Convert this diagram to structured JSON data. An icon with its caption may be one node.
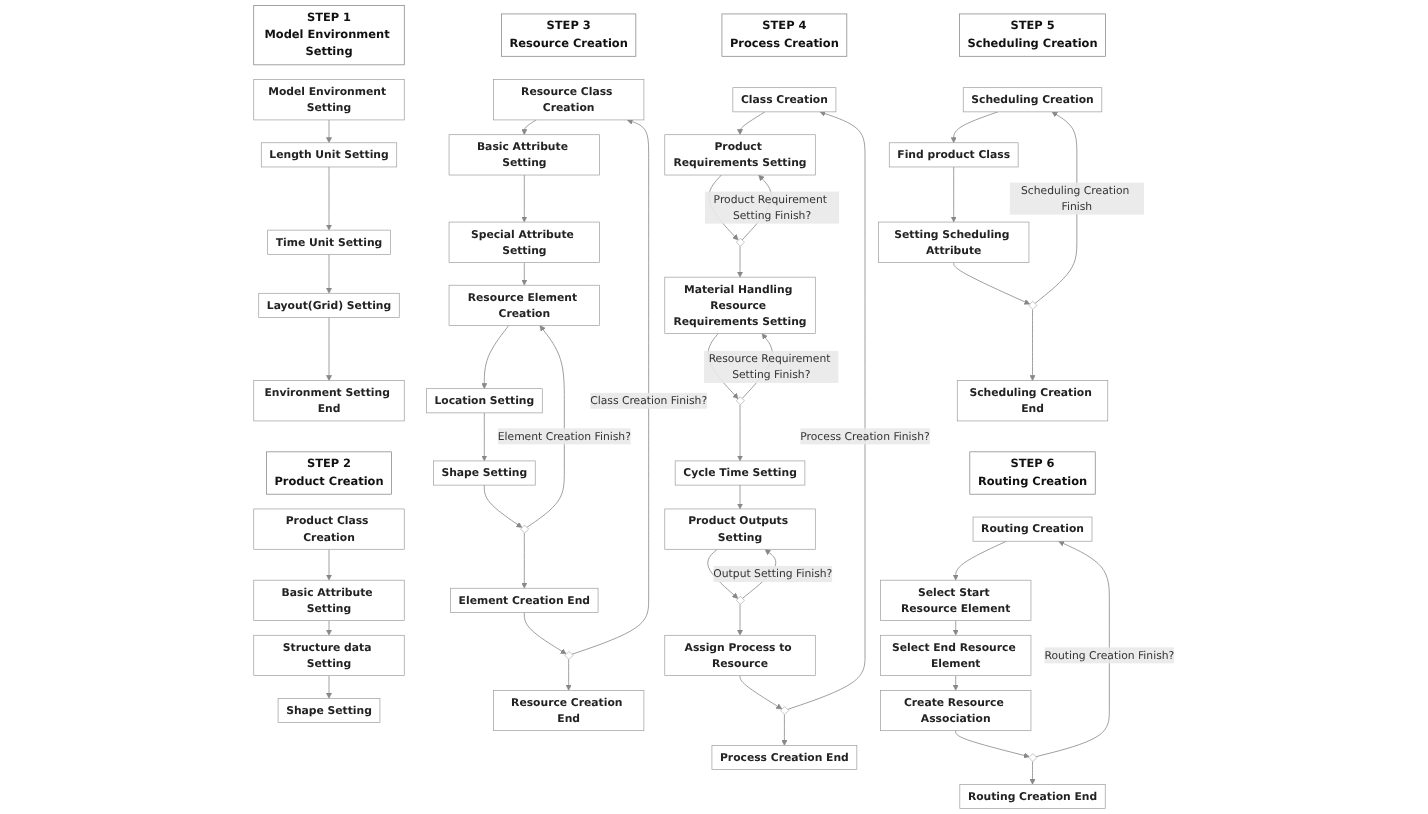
{
  "diagram": {
    "nodes": [
      {
        "text": [
          "STEP 1",
          "Model Environment Setting"
        ]
      },
      {
        "text": [
          "Model Environment Setting"
        ]
      },
      {
        "text": [
          "Length Unit Setting"
        ]
      },
      {
        "text": [
          "Time Unit Setting"
        ]
      },
      {
        "text": [
          "Layout(Grid) Setting"
        ]
      },
      {
        "text": [
          "Environment Setting End"
        ]
      },
      {
        "text": [
          "STEP 2",
          "Product Creation"
        ]
      },
      {
        "text": [
          "Product Class Creation"
        ]
      },
      {
        "text": [
          "Basic Attribute Setting"
        ]
      },
      {
        "text": [
          "Structure data Setting"
        ]
      },
      {
        "text": [
          "Shape Setting"
        ]
      },
      {
        "text": [
          "STEP 3",
          "Resource Creation"
        ]
      },
      {
        "text": [
          "Resource Class Creation"
        ]
      },
      {
        "text": [
          "Basic Attribute Setting"
        ]
      },
      {
        "text": [
          "Special Attribute Setting"
        ]
      },
      {
        "text": [
          "Resource Element Creation"
        ]
      },
      {
        "text": [
          "Location Setting"
        ]
      },
      {
        "text": [
          "Shape Setting"
        ]
      },
      {
        "text": [],
        "shape": "diamond"
      },
      {
        "text": [
          "Element Creation End"
        ]
      },
      {
        "text": [],
        "shape": "diamond"
      },
      {
        "text": [
          "Resource Creation End"
        ]
      },
      {
        "text": [
          "STEP 4",
          "Process Creation"
        ]
      },
      {
        "text": [
          "Class Creation"
        ]
      },
      {
        "text": [
          "Product Requirements Setting"
        ]
      },
      {
        "text": [],
        "shape": "diamond"
      },
      {
        "text": [
          "Material Handling Resource Requirements Setting"
        ]
      },
      {
        "text": [],
        "shape": "diamond"
      },
      {
        "text": [
          "Cycle Time Setting"
        ]
      },
      {
        "text": [
          "Product Outputs Setting"
        ]
      },
      {
        "text": [],
        "shape": "diamond"
      },
      {
        "text": [
          "Assign Process to Resource"
        ]
      },
      {
        "text": [],
        "shape": "diamond"
      },
      {
        "text": [
          "Process Creation End"
        ]
      },
      {
        "text": [
          "STEP 5",
          "Scheduling Creation"
        ]
      },
      {
        "text": [
          "Scheduling Creation"
        ]
      },
      {
        "text": [
          "Find product Class"
        ]
      },
      {
        "text": [
          "Setting Scheduling Attribute"
        ]
      },
      {
        "text": [],
        "shape": "diamond"
      },
      {
        "text": [
          "Scheduling Creation End"
        ]
      },
      {
        "text": [
          "STEP 6",
          "Routing Creation"
        ]
      },
      {
        "text": [
          "Routing Creation"
        ]
      },
      {
        "text": [
          "Select Start Resource Element"
        ]
      },
      {
        "text": [
          "Select End Resource Element"
        ]
      },
      {
        "text": [
          "Create Resource Association"
        ]
      },
      {
        "text": [],
        "shape": "diamond"
      },
      {
        "text": [
          "Routing Creation End"
        ]
      }
    ],
    "edges": [
      {
        "from": 1,
        "to": 2,
        "arrow": "to"
      },
      {
        "from": 2,
        "to": 3,
        "arrow": "to"
      },
      {
        "from": 3,
        "to": 4,
        "arrow": "to"
      },
      {
        "from": 4,
        "to": 5,
        "arrow": "to"
      },
      {
        "from": 7,
        "to": 8,
        "arrow": "to"
      },
      {
        "from": 8,
        "to": 9,
        "arrow": "to"
      },
      {
        "from": 9,
        "to": 10,
        "arrow": "to"
      },
      {
        "from": 12,
        "to": 13,
        "arrow": "to"
      },
      {
        "from": 13,
        "to": 14,
        "arrow": "to"
      },
      {
        "from": 14,
        "to": 15,
        "arrow": "to"
      },
      {
        "from": 15,
        "to": 16,
        "arrow": "to"
      },
      {
        "from": 16,
        "to": 17,
        "arrow": "to"
      },
      {
        "from": 17,
        "to": 18,
        "arrow": "to"
      },
      {
        "from": 18,
        "to": 15,
        "arrow": "to",
        "label": "Element Creation Finish?"
      },
      {
        "from": 18,
        "to": 19,
        "arrow": "to"
      },
      {
        "from": 19,
        "to": 20,
        "arrow": "to"
      },
      {
        "from": 20,
        "to": 12,
        "arrow": "to",
        "label": "Class Creation Finish?"
      },
      {
        "from": 20,
        "to": 21,
        "arrow": "to"
      },
      {
        "from": 23,
        "to": 24,
        "arrow": "to"
      },
      {
        "from": 24,
        "to": 25,
        "arrow": "to"
      },
      {
        "from": 25,
        "to": 24,
        "arrow": "to",
        "label": "Product Requirement Setting Finish?"
      },
      {
        "from": 25,
        "to": 26,
        "arrow": "to"
      },
      {
        "from": 26,
        "to": 27,
        "arrow": "to"
      },
      {
        "from": 27,
        "to": 26,
        "arrow": "to",
        "label": "Resource Requirement Setting Finish?"
      },
      {
        "from": 27,
        "to": 28,
        "arrow": "to"
      },
      {
        "from": 28,
        "to": 29,
        "arrow": "to"
      },
      {
        "from": 29,
        "to": 30,
        "arrow": "to"
      },
      {
        "from": 30,
        "to": 29,
        "arrow": "to",
        "label": "Output Setting Finish?"
      },
      {
        "from": 30,
        "to": 31,
        "arrow": "to"
      },
      {
        "from": 31,
        "to": 32,
        "arrow": "to"
      },
      {
        "from": 32,
        "to": 23,
        "arrow": "to",
        "label": "Process Creation Finish?"
      },
      {
        "from": 32,
        "to": 33,
        "arrow": "to"
      },
      {
        "from": 35,
        "to": 36,
        "arrow": "to"
      },
      {
        "from": 36,
        "to": 37,
        "arrow": "to"
      },
      {
        "from": 37,
        "to": 38,
        "arrow": "to"
      },
      {
        "from": 38,
        "to": 35,
        "arrow": "to",
        "label": "Scheduling Creation Finish"
      },
      {
        "from": 38,
        "to": 39,
        "arrow": "to"
      },
      {
        "from": 41,
        "to": 42,
        "arrow": "to"
      },
      {
        "from": 42,
        "to": 43,
        "arrow": "to"
      },
      {
        "from": 43,
        "to": 44,
        "arrow": "to"
      },
      {
        "from": 44,
        "to": 45,
        "arrow": "to"
      },
      {
        "from": 45,
        "to": 41,
        "arrow": "to",
        "label": "Routing Creation Finish?"
      },
      {
        "from": 45,
        "to": 46,
        "arrow": "to"
      }
    ]
  }
}
